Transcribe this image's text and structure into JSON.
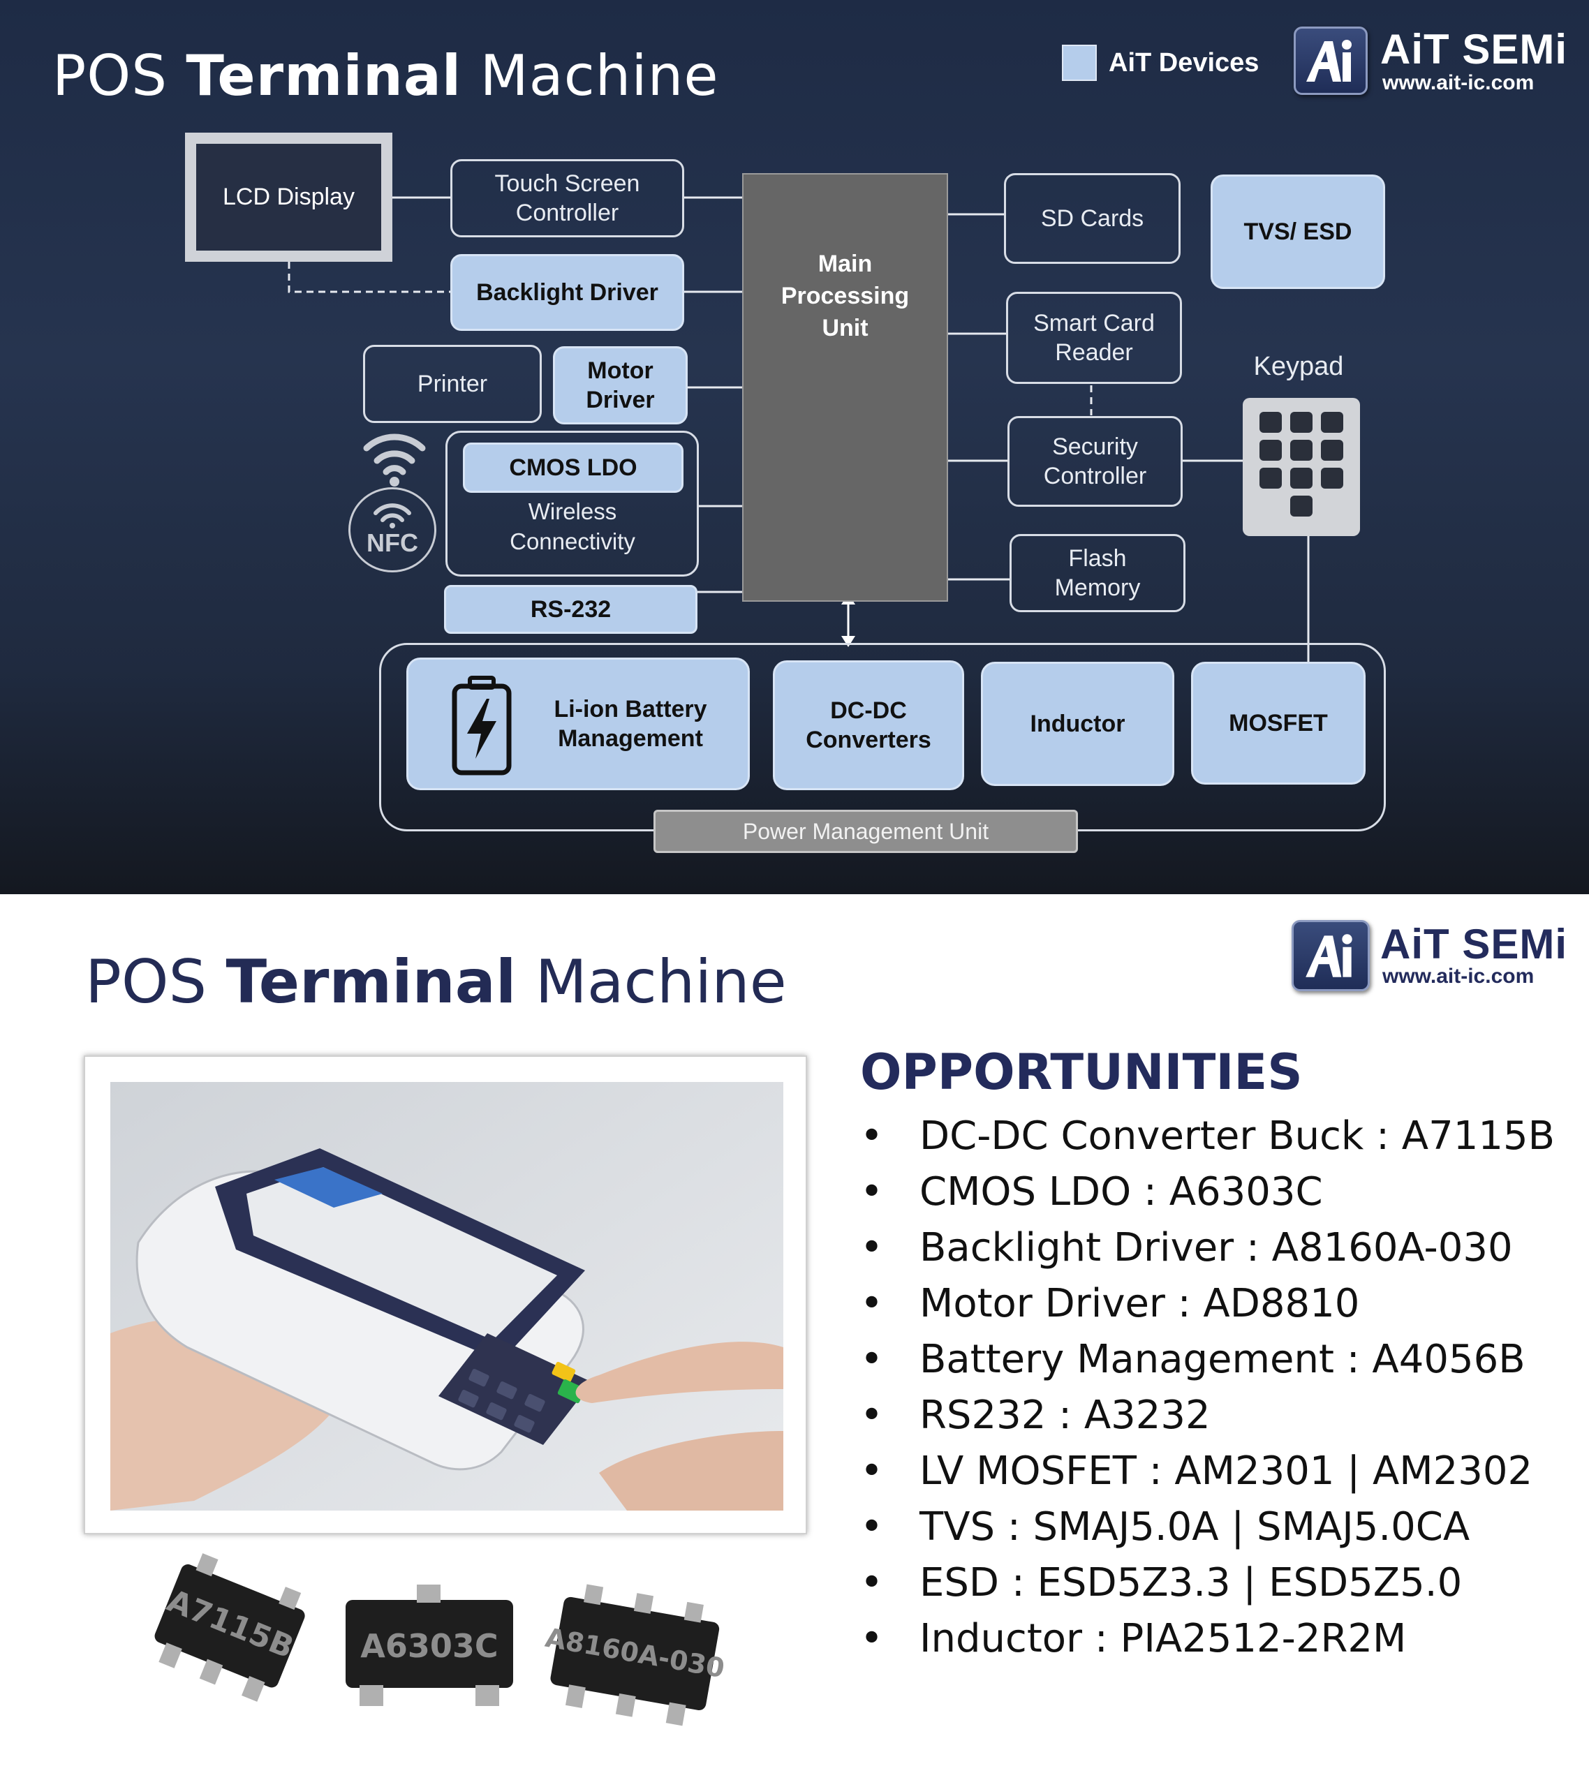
{
  "top": {
    "title_pre": "POS ",
    "title_bold": "Terminal",
    "title_post": " Machine",
    "legend": {
      "label": "AiT Devices",
      "color": "#b5cdeb"
    },
    "logo": {
      "name": "AiT SEMi",
      "url": "www.ait-ic.com"
    },
    "blocks": {
      "lcd": "LCD Display",
      "touch": "Touch Screen Controller",
      "backlight": "Backlight Driver",
      "printer": "Printer",
      "motor": "Motor Driver",
      "cmos_ldo": "CMOS LDO",
      "wireless": "Wireless Connectivity",
      "nfc": "NFC",
      "rs232": "RS-232",
      "mpu": "Main Processing Unit",
      "sd": "SD Cards",
      "smartcard": "Smart Card Reader",
      "security": "Security Controller",
      "flash": "Flash Memory",
      "tvs": "TVS/ ESD",
      "keypad": "Keypad",
      "battery": "Li-ion Battery Management",
      "dcdc": "DC-DC Converters",
      "inductor": "Inductor",
      "mosfet": "MOSFET",
      "pmu": "Power Management Unit"
    },
    "colors": {
      "ait": "#b5cdeb",
      "mpu": "#666666",
      "bg": "#1e2b45"
    }
  },
  "bottom": {
    "title_pre": "POS ",
    "title_bold": "Terminal",
    "title_post": " Machine",
    "logo": {
      "name": "AiT SEMi",
      "url": "www.ait-ic.com"
    },
    "opportunities_heading": "OPPORTUNITIES",
    "opportunities": [
      "DC-DC Converter Buck : A7115B",
      "CMOS LDO : A6303C",
      "Backlight Driver : A8160A-030",
      "Motor Driver : AD8810",
      "Battery Management : A4056B",
      "RS232 : A3232",
      "LV MOSFET : AM2301 | AM2302",
      "TVS : SMAJ5.0A | SMAJ5.0CA",
      "ESD : ESD5Z3.3 | ESD5Z5.0",
      "Inductor : PIA2512-2R2M"
    ],
    "chips": [
      "A7115B",
      "A6303C",
      "A8160A-030"
    ],
    "colors": {
      "title": "#232b55"
    }
  }
}
